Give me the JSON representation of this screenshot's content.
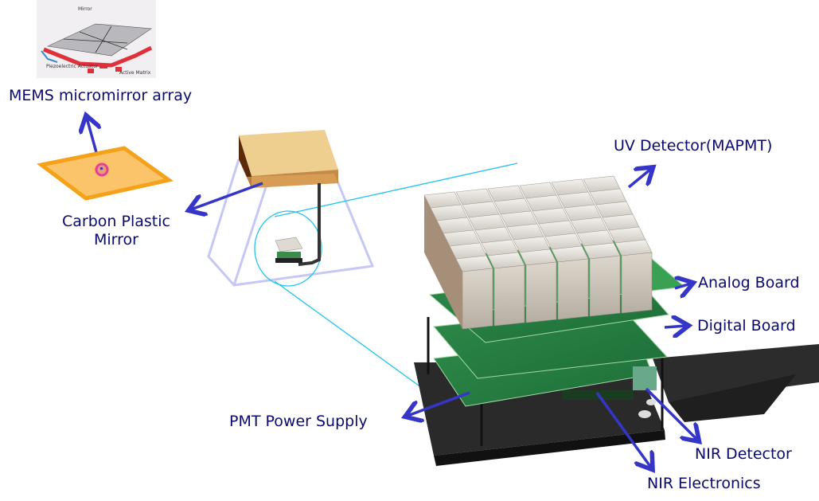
{
  "labels": {
    "mems": "MEMS micromirror array",
    "carbon_line1": "Carbon Plastic",
    "carbon_line2": "Mirror",
    "uv": "UV Detector(MAPMT)",
    "analog": "Analog Board",
    "digital": "Digital Board",
    "pmt": "PMT Power Supply",
    "nir_detector": "NIR Detector",
    "nir_electronics": "NIR Electronics"
  },
  "mems_inset": {
    "mirror": "Mirror",
    "piezo": "Piezoelectric Actuator",
    "matrix": "Active Matrix"
  },
  "colors": {
    "label": "#0a0a6e",
    "arrow": "#3535c8",
    "orange": "#f5a21a",
    "cyan": "#22c4ec",
    "frame": "#c5c8f5"
  }
}
